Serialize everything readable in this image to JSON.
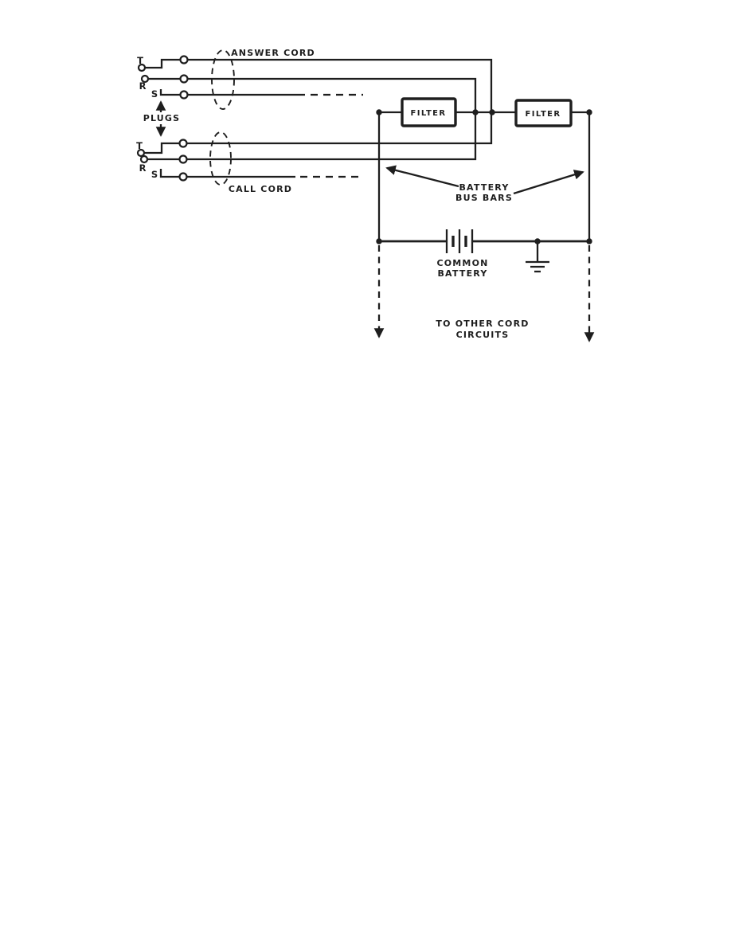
{
  "figure": {
    "type": "schematic-diagram",
    "labels": {
      "answer_cord": "ANSWER CORD",
      "call_cord": "CALL CORD",
      "plugs": "PLUGS",
      "filter_left": "FILTER",
      "filter_right": "FILTER",
      "battery_bus_bars_line1": "BATTERY",
      "battery_bus_bars_line2": "BUS BARS",
      "common_battery_line1": "COMMON",
      "common_battery_line2": "BATTERY",
      "to_other_cord_line1": "TO OTHER CORD",
      "to_other_cord_line2": "CIRCUITS"
    },
    "plug_terminals": {
      "answer": {
        "tip": "T",
        "ring": "R",
        "sleeve": "S"
      },
      "call": {
        "tip": "T",
        "ring": "R",
        "sleeve": "S"
      }
    },
    "colors": {
      "ink": "#1e1e1e",
      "paper": "#ffffff"
    }
  }
}
